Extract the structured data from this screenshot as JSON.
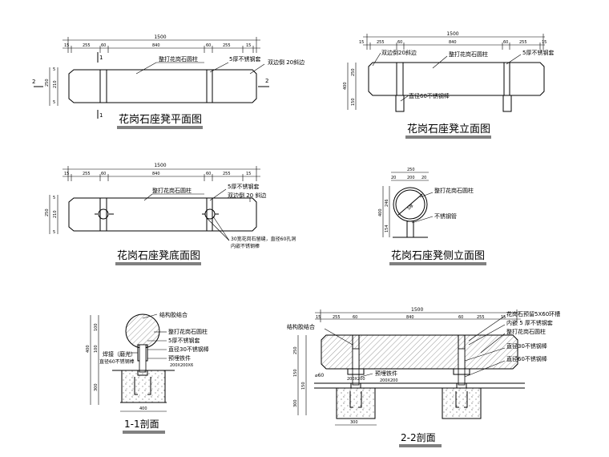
{
  "plan": {
    "title": "花岗石座凳平面图",
    "dim_total": "1500",
    "dims": [
      "15",
      "255",
      "60",
      "840",
      "60",
      "255",
      "15"
    ],
    "side_dims": [
      "5",
      "250",
      "210",
      "5"
    ],
    "label_column": "整打花岗石圆柱",
    "label_sleeve": "5厚不锈钢套",
    "label_chamfer": "双边倒 20斜边",
    "section_mark_1": "1",
    "section_mark_2": "2"
  },
  "elevation": {
    "title": "花岗石座凳立面图",
    "dim_total": "1500",
    "dims": [
      "15",
      "255",
      "60",
      "840",
      "60",
      "255",
      "15"
    ],
    "side_dims": [
      "400",
      "250",
      "150"
    ],
    "label_chamfer": "双边倒20斜边",
    "label_column": "整打花岗石圆柱",
    "label_sleeve": "5厚不锈钢套",
    "label_rod": "直径60不锈钢棒"
  },
  "bottom": {
    "title": "花岗石座凳底面图",
    "dim_total": "1500",
    "dims": [
      "15",
      "255",
      "60",
      "840",
      "60",
      "255",
      "15"
    ],
    "side_dims": [
      "5",
      "250",
      "210",
      "5"
    ],
    "label_column": "整打花岗石圆柱",
    "label_sleeve": "5厚不锈钢套",
    "label_chamfer": "双边倒 20 斜边",
    "label_groove_1": "30宽花岗石留缝，直径60孔洞",
    "label_groove_2": "内嵌不锈钢棒"
  },
  "side": {
    "title": "花岗石座凳侧立面图",
    "dim_top": "250",
    "dims": [
      "20",
      "200",
      "20"
    ],
    "side_dims": [
      "400",
      "246",
      "154"
    ],
    "label_column": "整打花岗石圆柱",
    "label_pipe": "不锈钢管",
    "label_inner": "5厚"
  },
  "section1": {
    "title": "1-1剖面",
    "label_glue": "结构胶结合",
    "label_column": "整打花岗石圆柱",
    "label_sleeve": "5厚不锈钢套",
    "label_rod30": "直径30不锈钢棒",
    "label_rod60": "直径60不锈钢棒",
    "label_weld": "焊接（磨光）",
    "label_embed": "预埋铁件",
    "label_embed_size": "200X200X6",
    "dims_left": [
      "400",
      "100",
      "100",
      "300"
    ],
    "dim_bottom": "400"
  },
  "section2": {
    "title": "2-2剖面",
    "dim_total": "1500",
    "dims": [
      "15",
      "255",
      "60",
      "840",
      "60",
      "255",
      "15"
    ],
    "label_glue": "结构胶结合",
    "label_groove": "花岗石预留5X60环槽",
    "label_sleeve": "内嵌 5 厚不锈钢套",
    "label_column": "整打花岗石圆柱",
    "label_rod30": "直径30不锈钢棒",
    "label_rod60": "直径60不锈钢棒",
    "label_embed": "预埋铁件",
    "label_embed_size": "200X200",
    "label_small": "200X200",
    "label_d60": "⌀60",
    "dims_left": [
      "250",
      "150",
      "150",
      "300"
    ],
    "dim_bottom": "300"
  }
}
